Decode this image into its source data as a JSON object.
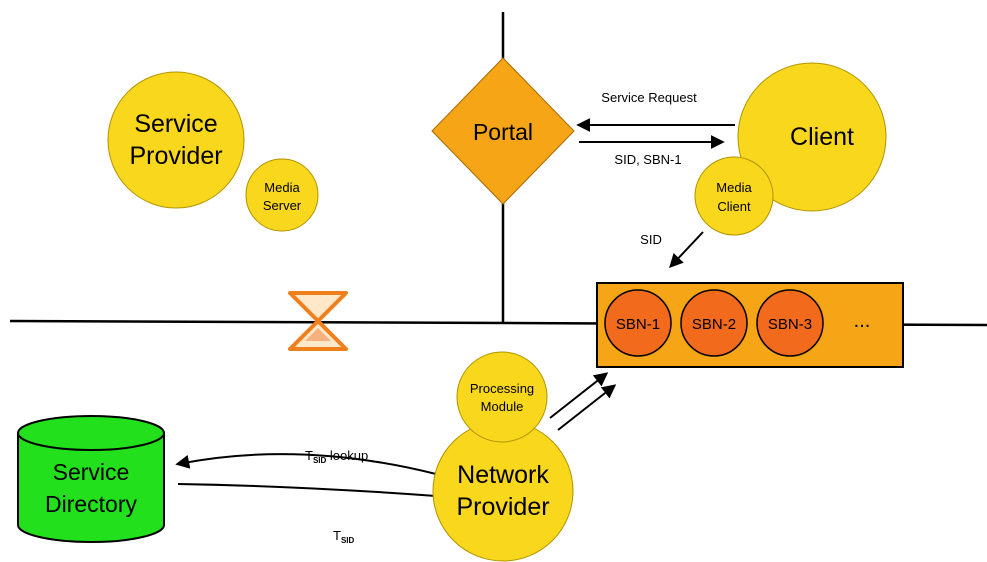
{
  "nodes": {
    "service_provider": {
      "line1": "Service",
      "line2": "Provider"
    },
    "media_server": {
      "line1": "Media",
      "line2": "Server"
    },
    "portal": {
      "label": "Portal"
    },
    "client": {
      "label": "Client"
    },
    "media_client": {
      "line1": "Media",
      "line2": "Client"
    },
    "sbn_bar": {
      "items": [
        "SBN-1",
        "SBN-2",
        "SBN-3"
      ],
      "ellipsis": "..."
    },
    "processing_module": {
      "line1": "Processing",
      "line2": "Module"
    },
    "network_provider": {
      "line1": "Network",
      "line2": "Provider"
    },
    "service_directory": {
      "line1": "Service",
      "line2": "Directory"
    }
  },
  "edges": {
    "service_request": "Service Request",
    "sid_sbn1": "SID, SBN-1",
    "sid": "SID",
    "tsid_lookup": {
      "base": "T",
      "sub": "SID",
      "rest": " lookup"
    },
    "tsid": {
      "base": "T",
      "sub": "SID"
    }
  },
  "colors": {
    "yellow": "#F9D71C",
    "orange": "#F5A516",
    "sbn_fill": "#F26A1B",
    "green": "#22E01B",
    "hourglass": "#F07F1E"
  }
}
